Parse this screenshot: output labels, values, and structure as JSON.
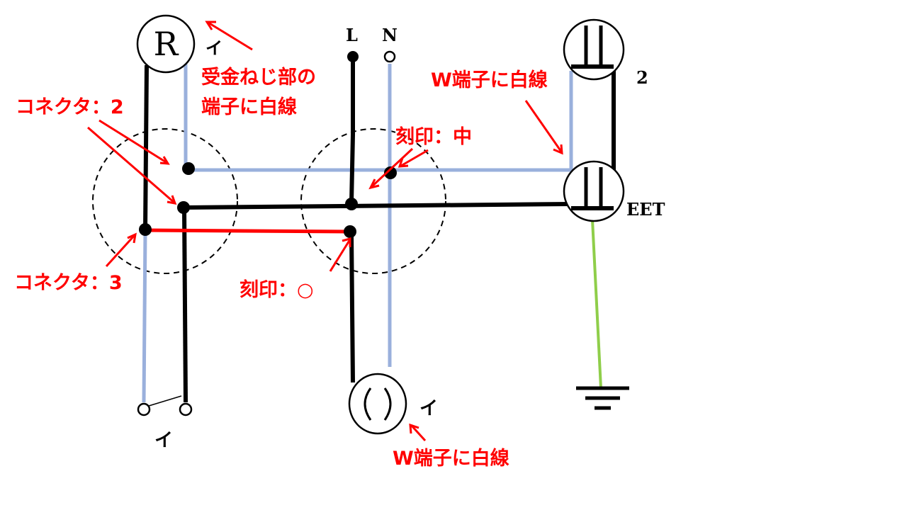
{
  "symbols": {
    "lamp_r": "R",
    "lamp_r_switch": "イ",
    "switch_label": "イ",
    "outlet_label": "イ",
    "terminal_l": "L",
    "terminal_n": "N",
    "outlet_top_count": "2",
    "outlet_e_type": "EET"
  },
  "annotations": {
    "lamp_terminal_line1": "受金ねじ部の",
    "lamp_terminal_line2": "端子に白線",
    "connector_2": "コネクタ：2",
    "connector_3": "コネクタ：3",
    "mark_middle": "刻印：中",
    "mark_circle": "刻印：○",
    "w_terminal_top": "W端子に白線",
    "w_terminal_bottom": "W端子に白線"
  },
  "colors": {
    "hot_wire": "#000000",
    "neutral_wire": "#9ab0dc",
    "switch_return_wire": "#ff0000",
    "ground_wire": "#8fce4a",
    "annotation": "#ff0000"
  }
}
